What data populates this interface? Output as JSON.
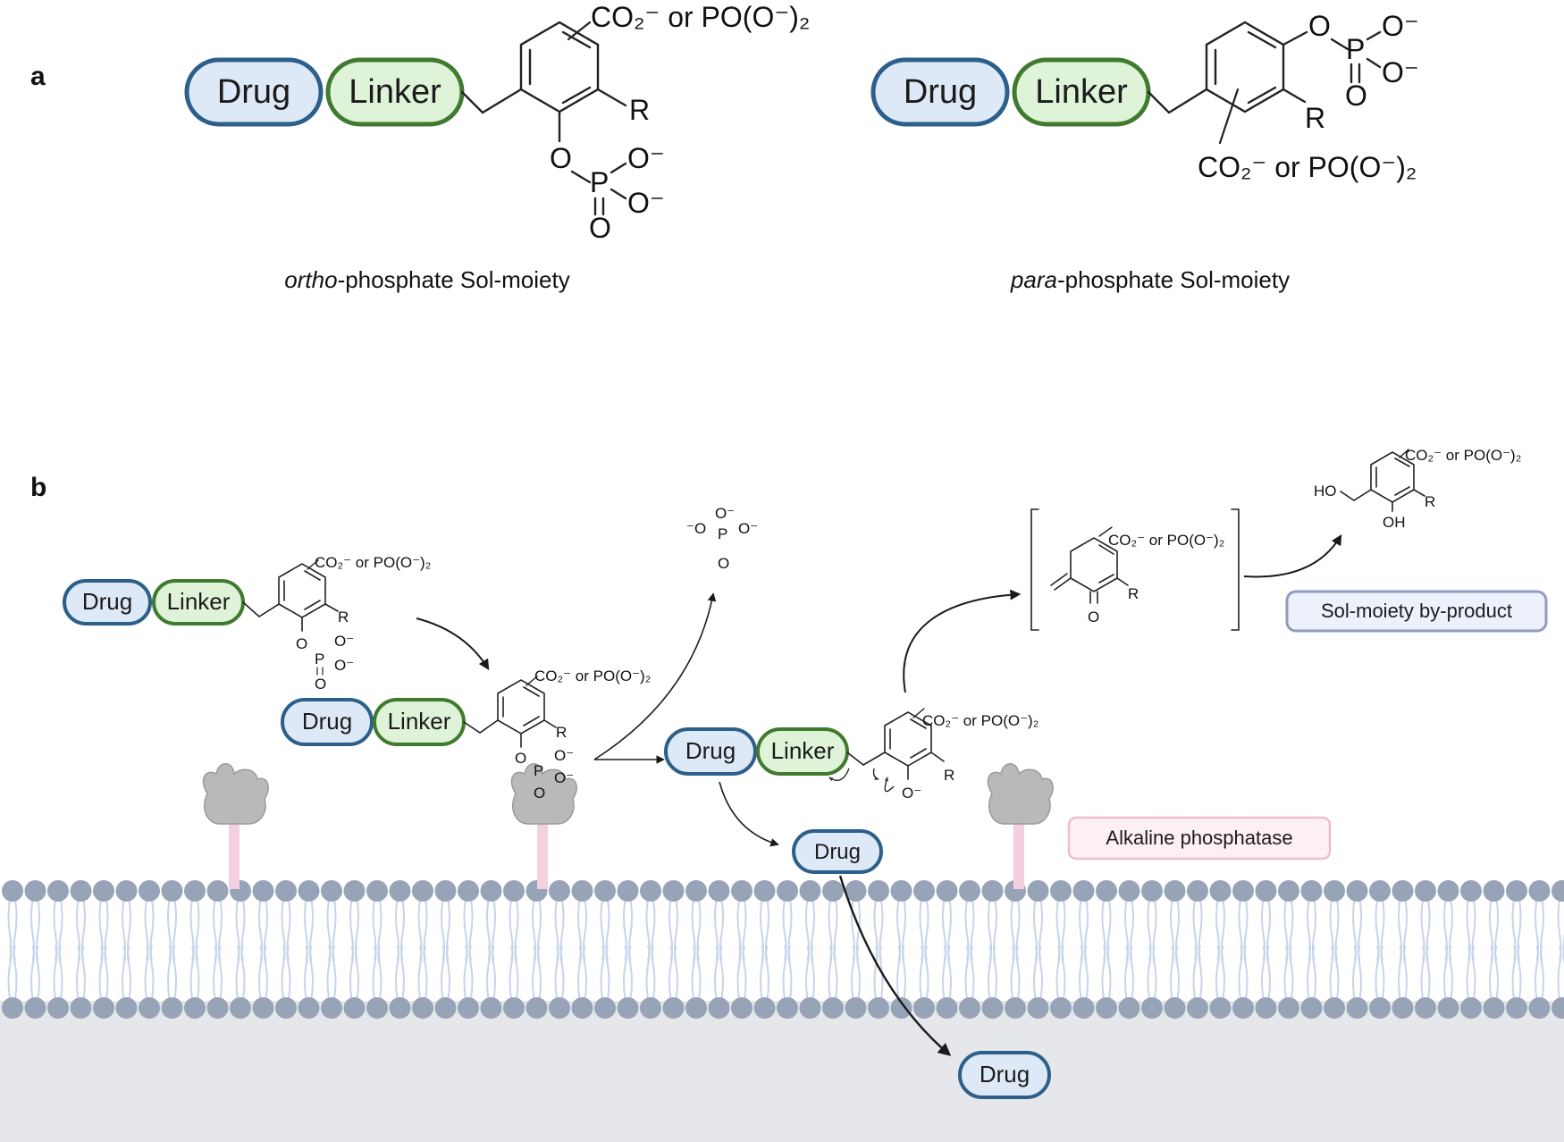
{
  "panel_a": {
    "letter": "a",
    "ortho": {
      "drug_label": "Drug",
      "linker_label": "Linker",
      "substituent_top": "CO₂⁻ or PO(O⁻)₂",
      "r_group": "R",
      "phosphate_o": "O",
      "phosphate_p": "P",
      "phosphate_o1": "O⁻",
      "phosphate_o2": "O⁻",
      "phosphate_o3": "O",
      "caption_italic": "ortho",
      "caption_rest": "-phosphate Sol-moiety"
    },
    "para": {
      "drug_label": "Drug",
      "linker_label": "Linker",
      "substituent_bottom": "CO₂⁻ or PO(O⁻)₂",
      "r_group": "R",
      "phosphate_o": "O",
      "phosphate_p": "P",
      "phosphate_o1": "O⁻",
      "phosphate_o2": "O⁻",
      "phosphate_o3": "O",
      "caption_italic": "para",
      "caption_rest": "-phosphate Sol-moiety"
    }
  },
  "panel_b": {
    "letter": "b",
    "conjugate1": {
      "drug": "Drug",
      "linker": "Linker",
      "substituent": "CO₂⁻ or PO(O⁻)₂",
      "r": "R",
      "o": "O",
      "p": "P",
      "o1": "O⁻",
      "o2": "O⁻",
      "o3": "O"
    },
    "conjugate2": {
      "drug": "Drug",
      "linker": "Linker",
      "substituent": "CO₂⁻ or PO(O⁻)₂",
      "r": "R",
      "o": "O",
      "p": "P",
      "o1": "O⁻",
      "o2": "O⁻",
      "o3": "O"
    },
    "phosphate_ion": {
      "o_top": "O⁻",
      "o_left": "⁻O",
      "p": "P",
      "o_right": "O⁻",
      "o_bottom": "O"
    },
    "conjugate3": {
      "drug": "Drug",
      "linker": "Linker",
      "substituent": "CO₂⁻ or PO(O⁻)₂",
      "r": "R",
      "phenolate": "O⁻"
    },
    "quinone_methide": {
      "substituent": "CO₂⁻ or PO(O⁻)₂",
      "r": "R",
      "o": "O"
    },
    "byproduct": {
      "ho": "HO",
      "substituent": "CO₂⁻ or PO(O⁻)₂",
      "r": "R",
      "oh": "OH"
    },
    "byproduct_label": "Sol-moiety by-product",
    "enzyme_label": "Alkaline phosphatase",
    "released_drug_1": "Drug",
    "released_drug_2": "Drug"
  },
  "colors": {
    "drug_fill": "#dde9f7",
    "drug_stroke": "#2c5f8a",
    "linker_fill": "#dff3d8",
    "linker_stroke": "#3f7a2e",
    "membrane_head": "#97a3b6",
    "membrane_tail": "#c6d5ea",
    "cytoplasm": "#e6e7ea",
    "enzyme_stalk": "#f3cfe0",
    "enzyme_body": "#b9b9b9",
    "byproduct_box_fill": "#eef1fb",
    "byproduct_box_stroke": "#8e9cc0",
    "enzyme_box_fill": "#fdf0f4",
    "enzyme_box_stroke": "#eebdd0"
  }
}
